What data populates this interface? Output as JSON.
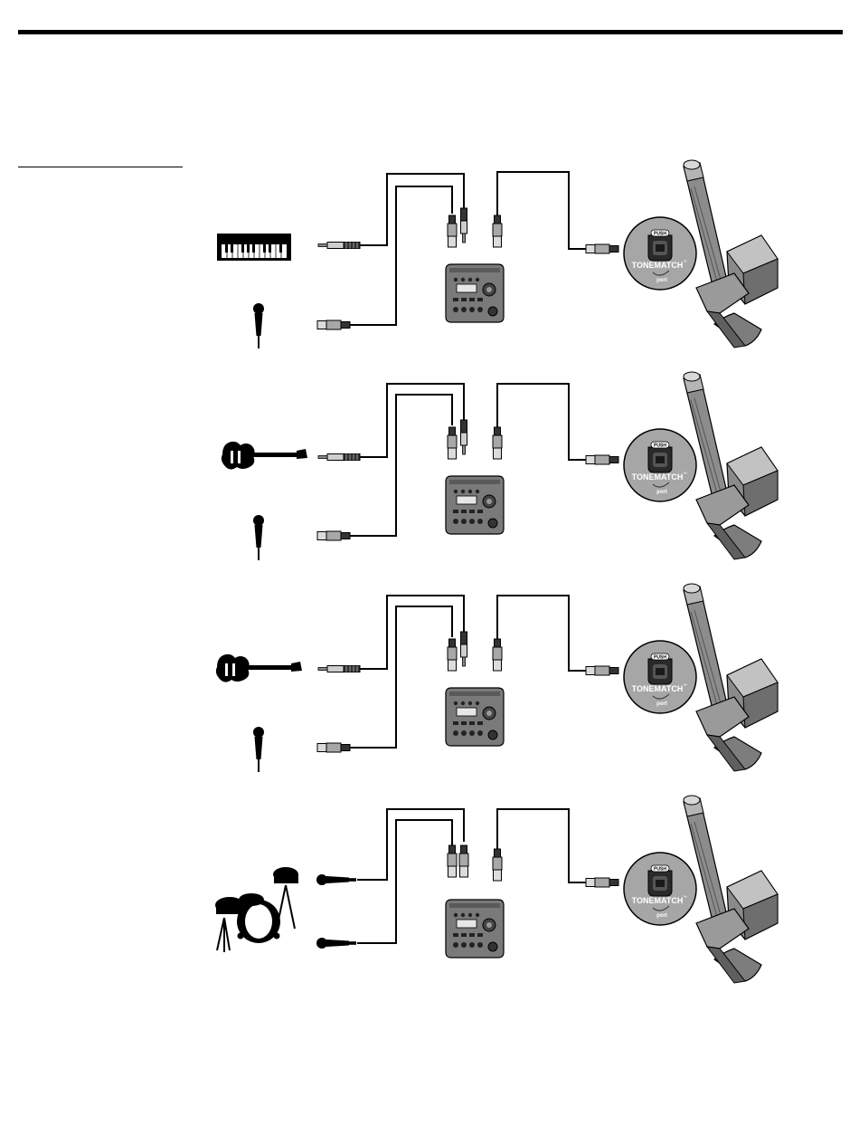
{
  "page": {
    "accent_color": "#000000",
    "speaker_badge": {
      "push_label": "PUSH",
      "brand_word": "TONEMATCH",
      "trademark": "™",
      "port_label": "port"
    }
  },
  "rows": [
    {
      "id": "keyboard",
      "instrument_icon": "keyboard-icon",
      "top_input_icon": "quarter-inch-plug-icon",
      "bottom_input_icon": "xlr-plug-icon",
      "bottom_source_icon": "handheld-mic-icon"
    },
    {
      "id": "guitar-1",
      "instrument_icon": "electric-guitar-icon",
      "top_input_icon": "quarter-inch-plug-icon",
      "bottom_input_icon": "xlr-plug-icon",
      "bottom_source_icon": "handheld-mic-icon"
    },
    {
      "id": "guitar-2",
      "instrument_icon": "electric-guitar-icon",
      "top_input_icon": "quarter-inch-plug-icon",
      "bottom_input_icon": "xlr-plug-icon",
      "bottom_source_icon": "handheld-mic-icon"
    },
    {
      "id": "drums",
      "instrument_icon": "drum-kit-icon",
      "top_input_icon": "xlr-plug-icon",
      "bottom_input_icon": "xlr-plug-icon",
      "bottom_source_icon": "handheld-mic-icon"
    }
  ]
}
